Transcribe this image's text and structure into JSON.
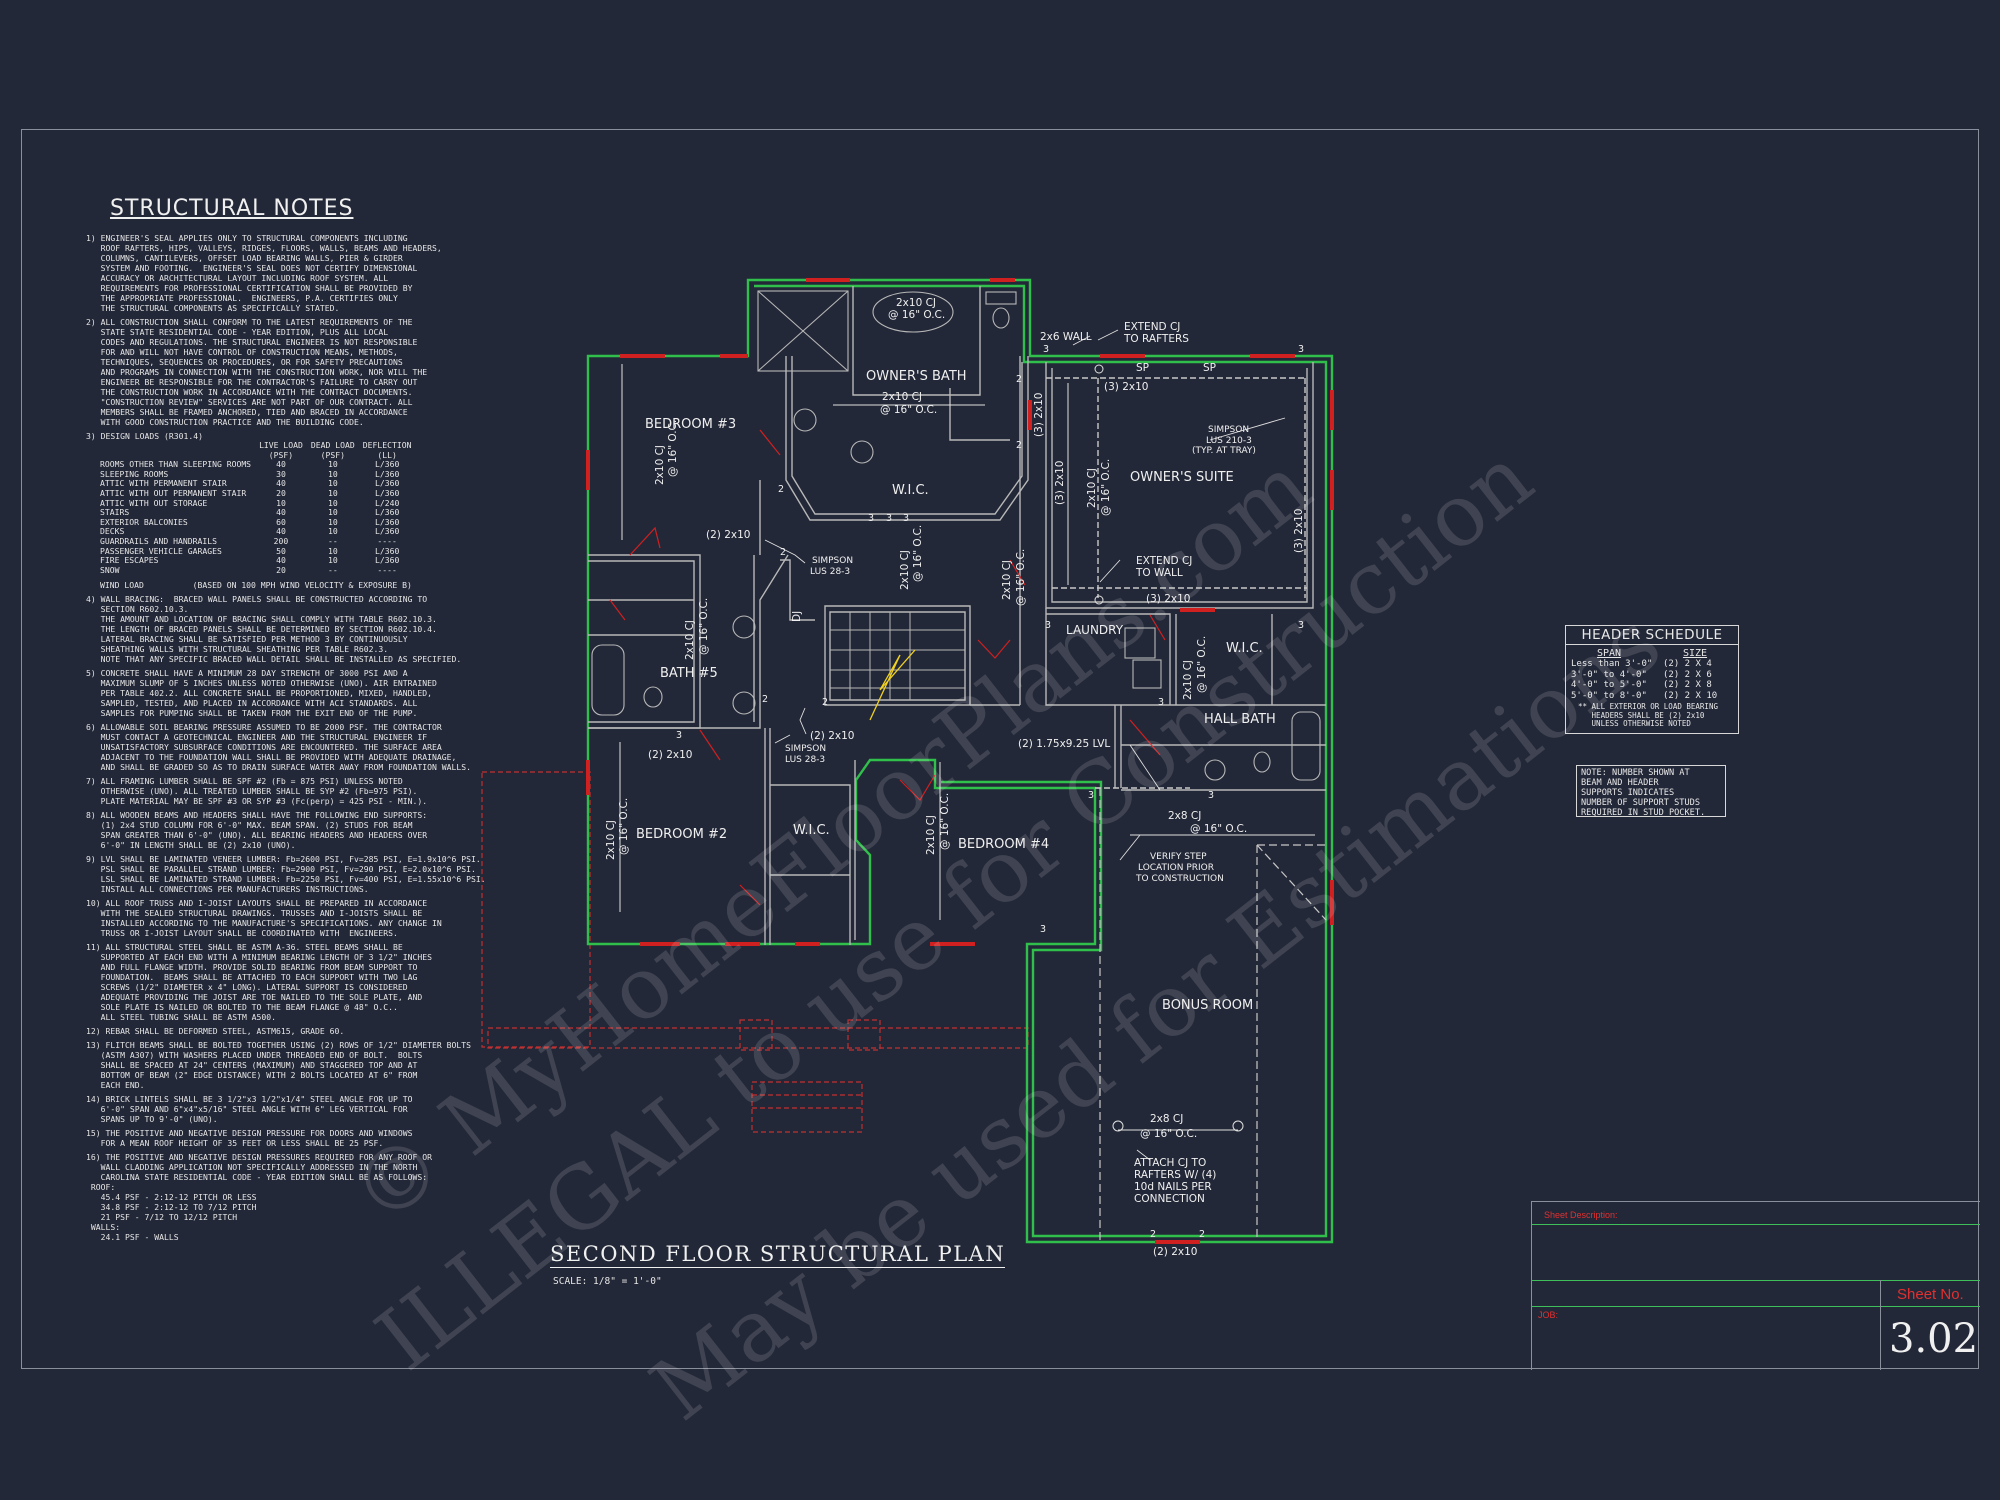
{
  "notes": {
    "title": "STRUCTURAL NOTES",
    "items": [
      "1) ENGINEER'S SEAL APPLIES ONLY TO STRUCTURAL COMPONENTS INCLUDING\n   ROOF RAFTERS, HIPS, VALLEYS, RIDGES, FLOORS, WALLS, BEAMS AND HEADERS,\n   COLUMNS, CANTILEVERS, OFFSET LOAD BEARING WALLS, PIER & GIRDER\n   SYSTEM AND FOOTING.  ENGINEER'S SEAL DOES NOT CERTIFY DIMENSIONAL\n   ACCURACY OR ARCHITECTURAL LAYOUT INCLUDING ROOF SYSTEM. ALL\n   REQUIREMENTS FOR PROFESSIONAL CERTIFICATION SHALL BE PROVIDED BY\n   THE APPROPRIATE PROFESSIONAL.  ENGINEERS, P.A. CERTIFIES ONLY\n   THE STRUCTURAL COMPONENTS AS SPECIFICALLY STATED.",
      "2) ALL CONSTRUCTION SHALL CONFORM TO THE LATEST REQUIREMENTS OF THE\n   STATE STATE RESIDENTIAL CODE - YEAR EDITION, PLUS ALL LOCAL\n   CODES AND REGULATIONS. THE STRUCTURAL ENGINEER IS NOT RESPONSIBLE\n   FOR AND WILL NOT HAVE CONTROL OF CONSTRUCTION MEANS, METHODS,\n   TECHNIQUES, SEQUENCES OR PROCEDURES, OR FOR SAFETY PRECAUTIONS\n   AND PROGRAMS IN CONNECTION WITH THE CONSTRUCTION WORK, NOR WILL THE\n   ENGINEER BE RESPONSIBLE FOR THE CONTRACTOR'S FAILURE TO CARRY OUT\n   THE CONSTRUCTION WORK IN ACCORDANCE WITH THE CONTRACT DOCUMENTS.\n   \"CONSTRUCTION REVIEW\" SERVICES ARE NOT PART OF OUR CONTRACT. ALL\n   MEMBERS SHALL BE FRAMED ANCHORED, TIED AND BRACED IN ACCORDANCE\n   WITH GOOD CONSTRUCTION PRACTICE AND THE BUILDING CODE."
    ],
    "loads_heading": "3) DESIGN LOADS (R301.4)",
    "loads_cols": [
      "LIVE LOAD\n(PSF)",
      "DEAD LOAD\n(PSF)",
      "DEFLECTION\n(LL)"
    ],
    "loads_rows": [
      [
        "ROOMS OTHER THAN SLEEPING ROOMS",
        "40",
        "10",
        "L/360"
      ],
      [
        "SLEEPING ROOMS",
        "30",
        "10",
        "L/360"
      ],
      [
        "ATTIC WITH PERMANENT STAIR",
        "40",
        "10",
        "L/360"
      ],
      [
        "ATTIC WITH OUT PERMANENT STAIR",
        "20",
        "10",
        "L/360"
      ],
      [
        "ATTIC WITH OUT STORAGE",
        "10",
        "10",
        "L/240"
      ],
      [
        "STAIRS",
        "40",
        "10",
        "L/360"
      ],
      [
        "EXTERIOR BALCONIES",
        "60",
        "10",
        "L/360"
      ],
      [
        "DECKS",
        "40",
        "10",
        "L/360"
      ],
      [
        "GUARDRAILS AND HANDRAILS",
        "200",
        "--",
        "----"
      ],
      [
        "PASSENGER VEHICLE GARAGES",
        "50",
        "10",
        "L/360"
      ],
      [
        "FIRE ESCAPES",
        "40",
        "10",
        "L/360"
      ],
      [
        "SNOW",
        "20",
        "--",
        "----"
      ]
    ],
    "wind_load": "WIND LOAD          (BASED ON 100 MPH WIND VELOCITY & EXPOSURE B)",
    "items2": [
      "4) WALL BRACING:  BRACED WALL PANELS SHALL BE CONSTRUCTED ACCORDING TO\n   SECTION R602.10.3.\n   THE AMOUNT AND LOCATION OF BRACING SHALL COMPLY WITH TABLE R602.10.3.\n   THE LENGTH OF BRACED PANELS SHALL BE DETERMINED BY SECTION R602.10.4.\n   LATERAL BRACING SHALL BE SATISFIED PER METHOD 3 BY CONTINUOUSLY\n   SHEATHING WALLS WITH STRUCTURAL SHEATHING PER TABLE R602.3.\n   NOTE THAT ANY SPECIFIC BRACED WALL DETAIL SHALL BE INSTALLED AS SPECIFIED.",
      "5) CONCRETE SHALL HAVE A MINIMUM 28 DAY STRENGTH OF 3000 PSI AND A\n   MAXIMUM SLUMP OF 5 INCHES UNLESS NOTED OTHERWISE (UNO). AIR ENTRAINED\n   PER TABLE 402.2. ALL CONCRETE SHALL BE PROPORTIONED, MIXED, HANDLED,\n   SAMPLED, TESTED, AND PLACED IN ACCORDANCE WITH ACI STANDARDS. ALL\n   SAMPLES FOR PUMPING SHALL BE TAKEN FROM THE EXIT END OF THE PUMP.",
      "6) ALLOWABLE SOIL BEARING PRESSURE ASSUMED TO BE 2000 PSF. THE CONTRACTOR\n   MUST CONTACT A GEOTECHNICAL ENGINEER AND THE STRUCTURAL ENGINEER IF\n   UNSATISFACTORY SUBSURFACE CONDITIONS ARE ENCOUNTERED. THE SURFACE AREA\n   ADJACENT TO THE FOUNDATION WALL SHALL BE PROVIDED WITH ADEQUATE DRAINAGE,\n   AND SHALL BE GRADED SO AS TO DRAIN SURFACE WATER AWAY FROM FOUNDATION WALLS.",
      "7) ALL FRAMING LUMBER SHALL BE SPF #2 (Fb = 875 PSI) UNLESS NOTED\n   OTHERWISE (UNO). ALL TREATED LUMBER SHALL BE SYP #2 (Fb=975 PSI).\n   PLATE MATERIAL MAY BE SPF #3 OR SYP #3 (Fc(perp) = 425 PSI - MIN.).",
      "8) ALL WOODEN BEAMS AND HEADERS SHALL HAVE THE FOLLOWING END SUPPORTS:\n   (1) 2x4 STUD COLUMN FOR 6'-0\" MAX. BEAM SPAN. (2) STUDS FOR BEAM\n   SPAN GREATER THAN 6'-0\" (UNO). ALL BEARING HEADERS AND HEADERS OVER\n   6'-0\" IN LENGTH SHALL BE (2) 2x10 (UNO).",
      "9) LVL SHALL BE LAMINATED VENEER LUMBER: Fb=2600 PSI, Fv=285 PSI, E=1.9x10^6 PSI.\n   PSL SHALL BE PARALLEL STRAND LUMBER: Fb=2900 PSI, Fv=290 PSI, E=2.0x10^6 PSI.\n   LSL SHALL BE LAMINATED STRAND LUMBER: Fb=2250 PSI, Fv=400 PSI, E=1.55x10^6 PSI.\n   INSTALL ALL CONNECTIONS PER MANUFACTURERS INSTRUCTIONS.",
      "10) ALL ROOF TRUSS AND I-JOIST LAYOUTS SHALL BE PREPARED IN ACCORDANCE\n   WITH THE SEALED STRUCTURAL DRAWINGS. TRUSSES AND I-JOISTS SHALL BE\n   INSTALLED ACCORDING TO THE MANUFACTURE'S SPECIFICATIONS. ANY CHANGE IN\n   TRUSS OR I-JOIST LAYOUT SHALL BE COORDINATED WITH  ENGINEERS.",
      "11) ALL STRUCTURAL STEEL SHALL BE ASTM A-36. STEEL BEAMS SHALL BE\n   SUPPORTED AT EACH END WITH A MINIMUM BEARING LENGTH OF 3 1/2\" INCHES\n   AND FULL FLANGE WIDTH. PROVIDE SOLID BEARING FROM BEAM SUPPORT TO\n   FOUNDATION.  BEAMS SHALL BE ATTACHED TO EACH SUPPORT WITH TWO LAG\n   SCREWS (1/2\" DIAMETER x 4\" LONG). LATERAL SUPPORT IS CONSIDERED\n   ADEQUATE PROVIDING THE JOIST ARE TOE NAILED TO THE SOLE PLATE, AND\n   SOLE PLATE IS NAILED OR BOLTED TO THE BEAM FLANGE @ 48\" O.C..\n   ALL STEEL TUBING SHALL BE ASTM A500.",
      "12) REBAR SHALL BE DEFORMED STEEL, ASTM615, GRADE 60.",
      "13) FLITCH BEAMS SHALL BE BOLTED TOGETHER USING (2) ROWS OF 1/2\" DIAMETER BOLTS\n   (ASTM A307) WITH WASHERS PLACED UNDER THREADED END OF BOLT.  BOLTS\n   SHALL BE SPACED AT 24\" CENTERS (MAXIMUM) AND STAGGERED TOP AND AT\n   BOTTOM OF BEAM (2\" EDGE DISTANCE) WITH 2 BOLTS LOCATED AT 6\" FROM\n   EACH END.",
      "14) BRICK LINTELS SHALL BE 3 1/2\"x3 1/2\"x1/4\" STEEL ANGLE FOR UP TO\n   6'-0\" SPAN AND 6\"x4\"x5/16\" STEEL ANGLE WITH 6\" LEG VERTICAL FOR\n   SPANS UP TO 9'-0\" (UNO).",
      "15) THE POSITIVE AND NEGATIVE DESIGN PRESSURE FOR DOORS AND WINDOWS\n   FOR A MEAN ROOF HEIGHT OF 35 FEET OR LESS SHALL BE 25 PSF.",
      "16) THE POSITIVE AND NEGATIVE DESIGN PRESSURES REQUIRED FOR ANY ROOF OR\n   WALL CLADDING APPLICATION NOT SPECIFICALLY ADDRESSED IN THE NORTH\n   CAROLINA STATE RESIDENTIAL CODE - YEAR EDITION SHALL BE AS FOLLOWS:\n ROOF:\n   45.4 PSF - 2:12-12 PITCH OR LESS\n   34.8 PSF - 2:12-12 TO 7/12 PITCH\n   21 PSF - 7/12 TO 12/12 PITCH\n WALLS:\n   24.1 PSF - WALLS"
    ]
  },
  "rooms": {
    "owners_bath": "OWNER'S BATH",
    "bedroom3": "BEDROOM #3",
    "wic_upper": "W.I.C.",
    "owners_suite": "OWNER'S SUITE",
    "bath5": "BATH #5",
    "laundry": "LAUNDRY",
    "wic_laundry": "W.I.C.",
    "hall_bath": "HALL BATH",
    "bedroom2": "BEDROOM #2",
    "wic_lower": "W.I.C.",
    "bedroom4": "BEDROOM #4",
    "bonus_room": "BONUS ROOM"
  },
  "labels": {
    "cj_bath_1": "2x10 CJ",
    "cj_bath_2": "@ 16\" O.C.",
    "cj_ob_1": "2x10 CJ",
    "cj_ob_2": "@ 16\" O.C.",
    "cj_bed3_1": "2x10 CJ",
    "cj_bed3_2": "@ 16\" O.C.",
    "wall_2x6": "2x6 WALL",
    "extend_cj_rafters_1": "EXTEND CJ",
    "extend_cj_rafters_2": "TO RAFTERS",
    "sp1": "SP",
    "sp2": "SP",
    "three_2x10_top": "(3) 2x10",
    "three_2x10_left": "(3) 2x10",
    "three_2x10_right": "(3) 2x10",
    "three_2x10_bottom": "(3) 2x10",
    "three_2x10_ob": "(3) 2x10",
    "simpson_lus210_1": "SIMPSON",
    "simpson_lus210_2": "LUS 210-3",
    "simpson_lus210_3": "(TYP. AT TRAY)",
    "cj_suite_1": "2x10 CJ",
    "cj_suite_2": "@ 16\" O.C.",
    "extend_cj_wall_1": "EXTEND CJ",
    "extend_cj_wall_2": "TO WALL",
    "two_2x10_a": "(2) 2x10",
    "simpson_lus28_a1": "SIMPSON",
    "simpson_lus28_a2": "LUS 28-3",
    "cj_wic_1": "2x10 CJ",
    "cj_wic_2": "@ 16\" O.C.",
    "cj_hall_1": "2x10 CJ",
    "cj_hall_2": "@ 16\" O.C.",
    "cj_bath5_1": "2x10 CJ",
    "cj_bath5_2": "@ 16\" O.C.",
    "dj": "DJ",
    "cj_laundry_wic_1": "2x10 CJ",
    "cj_laundry_wic_2": "@ 16\" O.C.",
    "two_2x10_b": "(2) 2x10",
    "two_2x10_c": "(2) 2x10",
    "simpson_lus28_b1": "SIMPSON",
    "simpson_lus28_b2": "LUS 28-3",
    "lvl": "(2) 1.75x9.25 LVL",
    "cj_bed2_1": "2x10 CJ",
    "cj_bed2_2": "@ 16\" O.C.",
    "cj_bed4_1": "2x10 CJ",
    "cj_bed4_2": "@ 16\" O.C.",
    "cj_bonus_1": "2x8 CJ",
    "cj_bonus_2": "@ 16\" O.C.",
    "verify_1": "VERIFY STEP",
    "verify_2": "LOCATION PRIOR",
    "verify_3": "TO CONSTRUCTION",
    "cj_bonus_b1": "2x8 CJ",
    "cj_bonus_b2": "@ 16\" O.C.",
    "attach_1": "ATTACH CJ TO",
    "attach_2": "RAFTERS W/ (4)",
    "attach_3": "10d NAILS PER",
    "attach_4": "CONNECTION",
    "two_2x10_bottom": "(2) 2x10",
    "n3a": "3",
    "n3b": "3",
    "n3c": "3",
    "n3d": "3",
    "n3e": "3",
    "n3f": "3",
    "n3g": "3",
    "n3h": "3",
    "n3i": "3",
    "n3j": "3",
    "n3k": "3",
    "n3l": "3",
    "n2a": "2",
    "n2b": "2",
    "n2c": "2",
    "n2d": "2",
    "n2e": "2",
    "n2f": "2",
    "n2g": "2",
    "n2h": "2"
  },
  "plan_title": "SECOND FLOOR STRUCTURAL PLAN",
  "plan_scale": "SCALE: 1/8\" = 1'-0\"",
  "header_schedule": {
    "title": "HEADER SCHEDULE",
    "col_span": "SPAN",
    "col_size": "SIZE",
    "rows": [
      [
        "Less than 3'-0\"",
        "(2) 2 X 4"
      ],
      [
        "3'-0\" to 4'-0\"",
        "(2) 2 X 6"
      ],
      [
        "4'-0\" to 5'-0\"",
        "(2) 2 X 8"
      ],
      [
        "5'-0\" to 8'-0\"",
        "(2) 2 X 10"
      ]
    ],
    "footnote": "** ALL EXTERIOR OR LOAD BEARING\n   HEADERS SHALL BE (2) 2x10\n   UNLESS OTHERWISE NOTED"
  },
  "support_note": "NOTE: NUMBER SHOWN AT\nBEAM AND HEADER\nSUPPORTS INDICATES\nNUMBER OF SUPPORT STUDS\nREQUIRED IN STUD POCKET.",
  "title_block": {
    "sheet_description_label": "Sheet Description:",
    "job_label": "JOB:",
    "sheet_no_label": "Sheet No.",
    "sheet_no": "3.02"
  },
  "watermark": {
    "line1": "© MyHomeFloorPlans.com",
    "line2": "ILLEGAL to use for Construction",
    "line3": "May be used for Estimations"
  },
  "colors": {
    "background": "#232838",
    "exterior_wall": "#2fbf4a",
    "window": "#d02020",
    "wall_fill": "#b8b8b8",
    "text": "#f0f0f0"
  }
}
